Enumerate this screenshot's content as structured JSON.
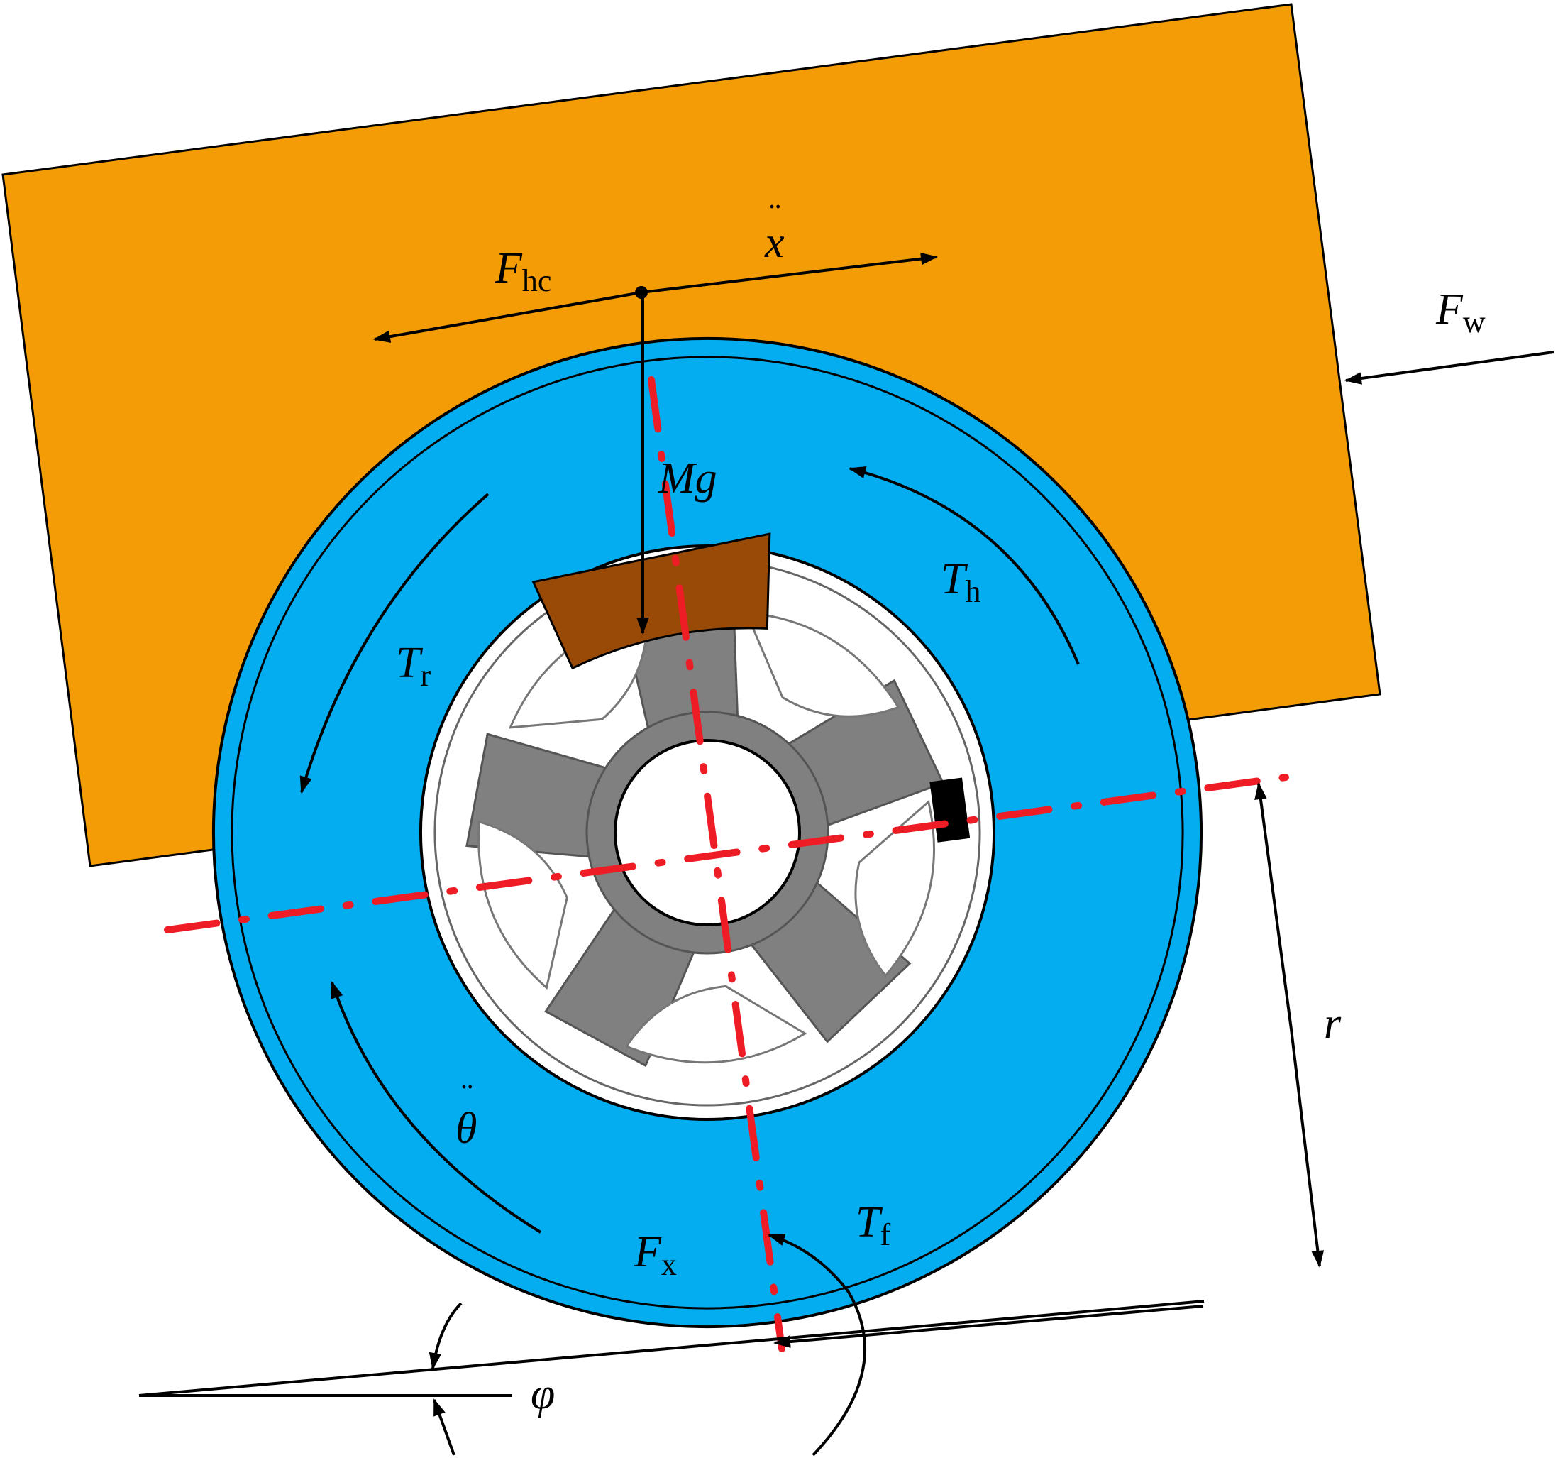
{
  "colors": {
    "body": "#f49c06",
    "tire": "#03adef",
    "hub_spokes": "#808080",
    "brake_pad": "#984a06",
    "centerline": "#ee1c25",
    "outline": "#000000"
  },
  "labels": {
    "F_hc": {
      "main": "F",
      "sub": "hc"
    },
    "x_ddot": {
      "main": "x",
      "accent": "¨"
    },
    "F_w": {
      "main": "F",
      "sub": "w"
    },
    "Mg": {
      "main": "Mg"
    },
    "T_h": {
      "main": "T",
      "sub": "h"
    },
    "T_r": {
      "main": "T",
      "sub": "r"
    },
    "theta_ddot": {
      "main": "θ",
      "accent": "¨"
    },
    "r": {
      "main": "r"
    },
    "F_x": {
      "main": "F",
      "sub": "x"
    },
    "T_f": {
      "main": "T",
      "sub": "f"
    },
    "phi": {
      "main": "φ"
    }
  },
  "icons": {
    "sensor": "black-rectangle-marker",
    "brake": "brake-pad-block"
  }
}
